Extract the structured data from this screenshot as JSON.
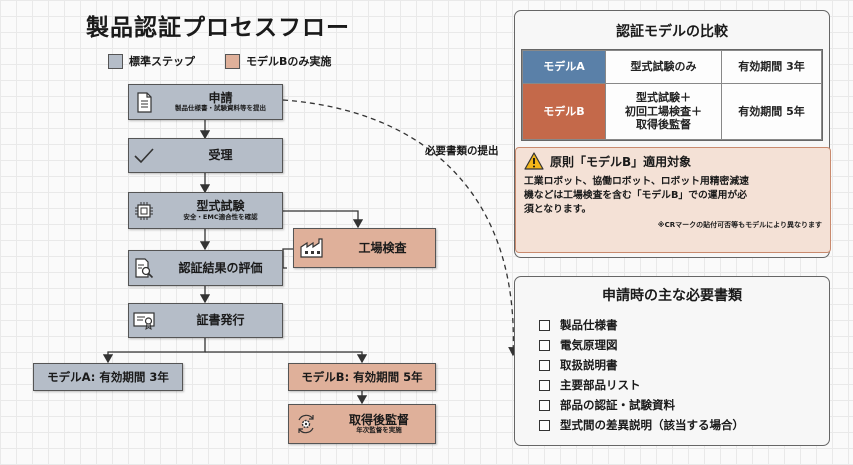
{
  "title": "製品認証プロセスフロー",
  "legend": {
    "standard": {
      "label": "標準ステップ",
      "color": "#b5bdc8"
    },
    "model_b": {
      "label": "モデルBのみ実施",
      "color": "#dfb09a"
    }
  },
  "steps": [
    {
      "id": "application",
      "label": "申請",
      "sub": "製品仕様書・試験資料等を提出",
      "icon": "document-icon",
      "kind": "standard"
    },
    {
      "id": "acceptance",
      "label": "受理",
      "icon": "checkmark-icon",
      "kind": "standard"
    },
    {
      "id": "type_test",
      "label": "型式試験",
      "sub": "安全・EMC適合性を確認",
      "icon": "chip-icon",
      "kind": "standard"
    },
    {
      "id": "factory_inspection",
      "label": "工場検査",
      "icon": "factory-icon",
      "kind": "model_b"
    },
    {
      "id": "evaluation",
      "label": "認証結果の評価",
      "icon": "document-search-icon",
      "kind": "standard"
    },
    {
      "id": "issuance",
      "label": "証書発行",
      "icon": "certificate-icon",
      "kind": "standard"
    },
    {
      "id": "model_a_result",
      "label": "モデルA: 有効期間 3年",
      "kind": "standard"
    },
    {
      "id": "model_b_result",
      "label": "モデルB: 有効期間 5年",
      "kind": "model_b"
    },
    {
      "id": "surveillance",
      "label": "取得後監督",
      "sub": "年次監督を実施",
      "icon": "cycle-gear-icon",
      "kind": "model_b"
    }
  ],
  "dashed_link_label": "必要書類の提出",
  "comparison": {
    "title": "認証モデルの比較",
    "rows": [
      {
        "model": "モデルA",
        "content": [
          "型式試験のみ"
        ],
        "validity": "有効期間 3年",
        "color": "#5a80a8"
      },
      {
        "model": "モデルB",
        "content": [
          "型式試験＋",
          "初回工場検査＋",
          "取得後監督"
        ],
        "validity": "有効期間 5年",
        "color": "#c4694a"
      }
    ],
    "note": {
      "icon": "warning-icon",
      "title": "原則「モデルB」適用対象",
      "lines": [
        "工業ロボット、協働ロボット、ロボット用精密減速",
        "機などは工場検査を含む「モデルB」での運用が必",
        "須となります。"
      ],
      "footnote": "※CRマークの貼付可否等もモデルにより異なります"
    }
  },
  "documents": {
    "title": "申請時の主な必要書類",
    "items": [
      "製品仕様書",
      "電気原理図",
      "取扱説明書",
      "主要部品リスト",
      "部品の認証・試験資料",
      "型式間の差異説明（該当する場合）"
    ]
  }
}
